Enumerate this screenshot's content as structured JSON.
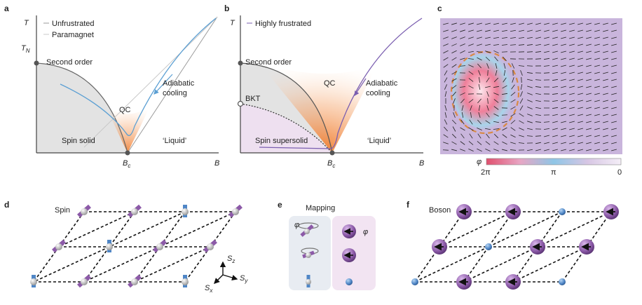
{
  "panels": {
    "a": {
      "letter": "a",
      "y_axis": "T",
      "y_tick": "T",
      "y_tick_sub": "N",
      "x_axis": "B",
      "x_tick": "B",
      "x_tick_sub": "c",
      "legend": [
        "Unfrustrated",
        "Paramagnet"
      ],
      "labels": {
        "second_order": "Second order",
        "adiabatic_1": "Adiabatic",
        "adiabatic_2": "cooling",
        "qc": "QC",
        "spin_solid": "Spin solid",
        "liquid": "‘Liquid’"
      }
    },
    "b": {
      "letter": "b",
      "y_axis": "T",
      "x_axis": "B",
      "x_tick": "B",
      "x_tick_sub": "c",
      "legend": [
        "Highly frustrated"
      ],
      "labels": {
        "second_order": "Second order",
        "qc": "QC",
        "adiabatic_1": "Adiabatic",
        "adiabatic_2": "cooling",
        "bkt": "BKT",
        "spin_supersolid": "Spin supersolid",
        "liquid": "‘Liquid’"
      }
    },
    "c": {
      "letter": "c",
      "colorbar_symbol": "φ",
      "colorbar_ticks": [
        "2π",
        "π",
        "0"
      ]
    },
    "d": {
      "letter": "d",
      "title": "Spin",
      "axes": [
        "S",
        "S",
        "S"
      ],
      "axes_sub": [
        "z",
        "y",
        "x"
      ]
    },
    "e": {
      "letter": "e",
      "title": "Mapping",
      "phi": "φ"
    },
    "f": {
      "letter": "f",
      "title": "Boson"
    }
  },
  "colors": {
    "gray_region": "#e2e2e2",
    "orange_qc": "#f08a3c",
    "purple_supersolid": "#eee0f0",
    "blue_curve": "#5b9fd3",
    "purple_curve": "#7b5fb0",
    "boson_purple": "#8c5aa8",
    "boson_blue": "#4f86c6"
  }
}
